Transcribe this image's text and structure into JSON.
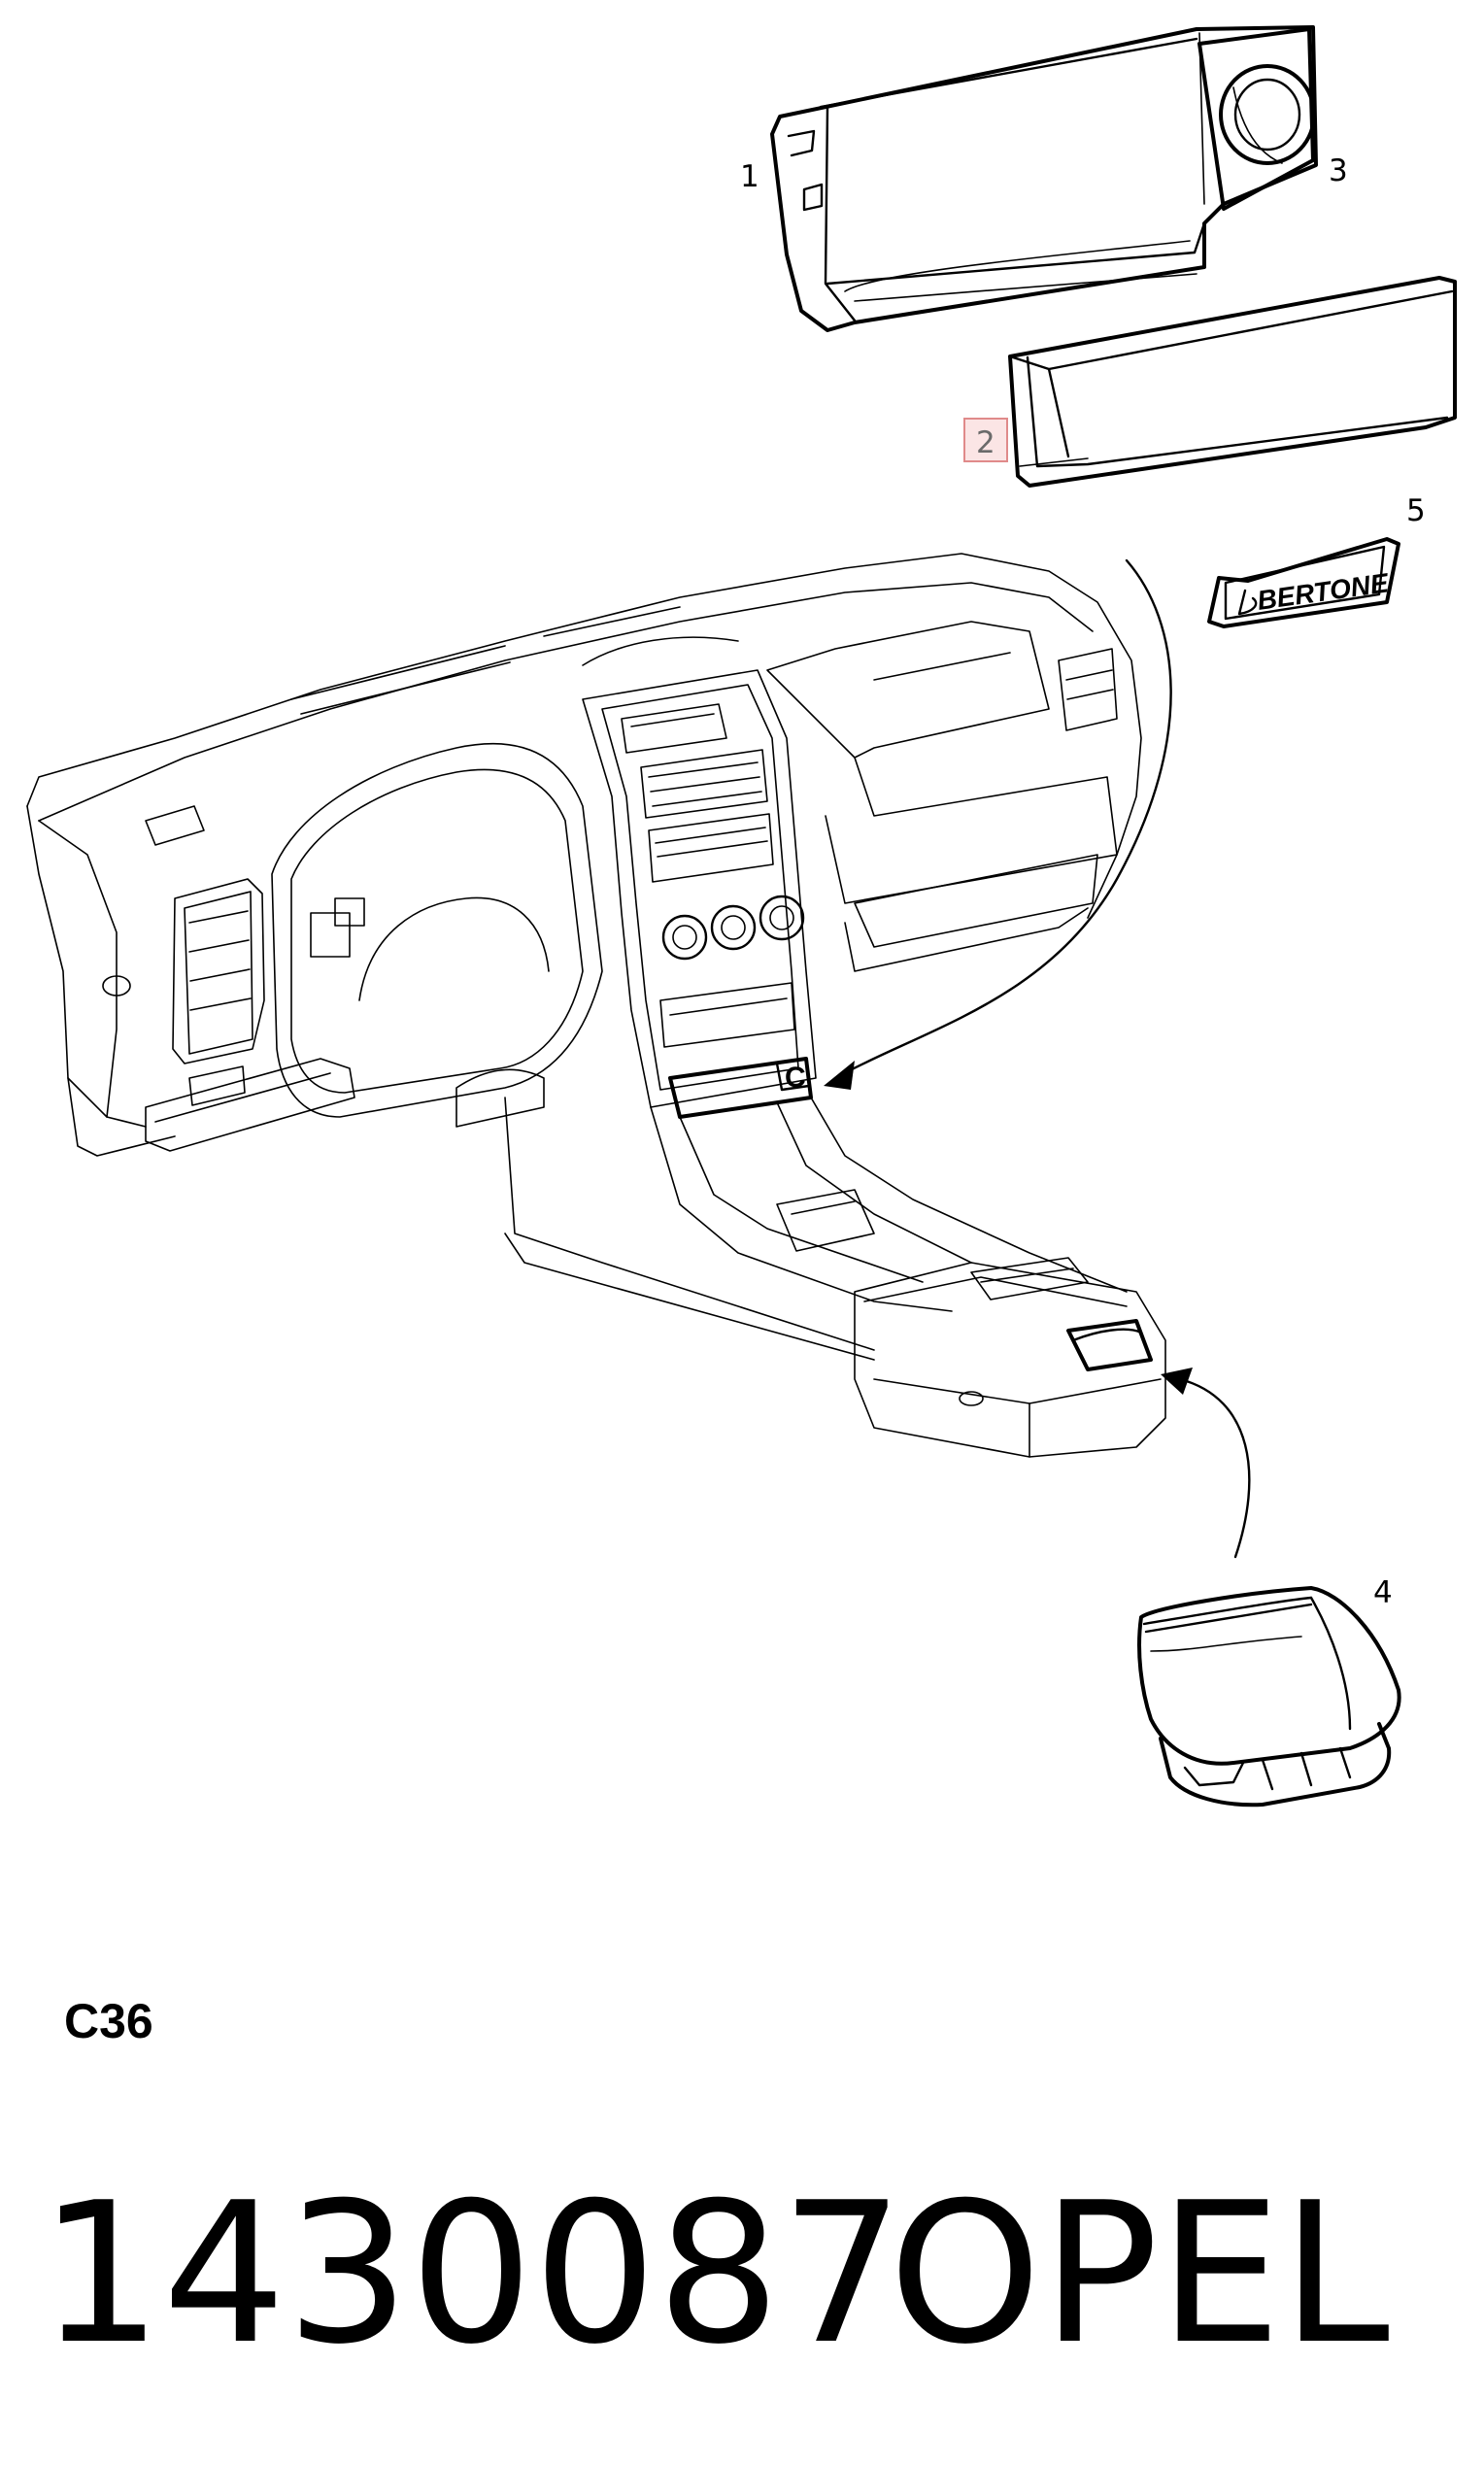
{
  "callouts": {
    "c1": "1",
    "c2": "2",
    "c3": "3",
    "c4": "4",
    "c5": "5"
  },
  "emblem": {
    "text": "BERTONE"
  },
  "detail_marker": "C",
  "reference_code": "C36",
  "part_number": "1430087",
  "brand": "OPEL",
  "highlight_color": "#e08a8a"
}
